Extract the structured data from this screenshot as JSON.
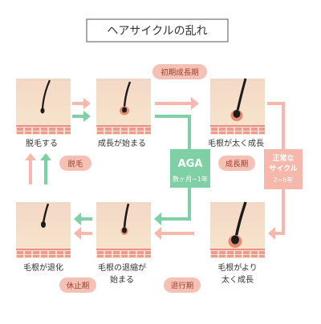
{
  "title": "ヘアサイクルの乱れ",
  "colors": {
    "pink_arrow": "#f5b8ab",
    "green_arrow": "#7fd0a4",
    "pill_bg": "#f6c1b5",
    "pill_text": "#a0402e",
    "aga_box": "#7fd0a4",
    "cycle_box": "#f5b8ab",
    "skin_top": "#f4d8c6",
    "skin_bottom": "#f7e6cc",
    "hair": "#1c1c1c",
    "bulb": "#e88a6e"
  },
  "pills": {
    "initial_growth": "初期成長期",
    "shedding": "脱毛",
    "growth": "成長期",
    "resting": "休止期",
    "regression": "退行期"
  },
  "aga": {
    "title": "AGA",
    "subtitle": "数ヶ月~1年"
  },
  "normal_cycle": {
    "line1": "正常な",
    "line2": "サイクル",
    "line3": "2~6年"
  },
  "stages": {
    "shedding": "脱毛する",
    "growth_start": "成長が始まる",
    "grows_thick": "毛根が太く成長",
    "grows_thicker_l1": "毛根がより",
    "grows_thicker_l2": "太く成長",
    "shrink_start_l1": "毛根の退縮が",
    "shrink_start_l2": "始まる",
    "root_regress": "毛根が退化"
  }
}
